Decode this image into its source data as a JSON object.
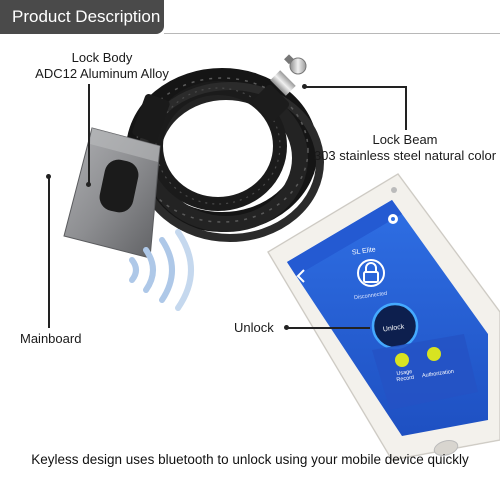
{
  "header": {
    "title": "Product Description"
  },
  "callouts": {
    "lock_body_line1": "Lock Body",
    "lock_body_line2": "ADC12 Aluminum Alloy",
    "lock_beam_line1": "Lock Beam",
    "lock_beam_line2": "303 stainless steel natural color",
    "mainboard": "Mainboard",
    "unlock": "Unlock"
  },
  "phone_app": {
    "title": "SL Elite",
    "status": "Disconnected",
    "unlock_button": "Unlock",
    "usage_record": "Usage\nRecord",
    "authorization": "Authorization"
  },
  "footer": {
    "caption": "Keyless design uses bluetooth to unlock using your mobile device quickly"
  },
  "colors": {
    "header_bg": "#4a4a4a",
    "app_blue": "#2a63d8",
    "app_yellow": "#d8e321",
    "bluetooth_wave": "#aec8e8",
    "lock_body": "#8e8f91"
  },
  "icons": {
    "signal": "bluetooth-wave-icon",
    "lock": "padlock-icon",
    "settings": "gear-icon",
    "back": "chevron-left-icon"
  }
}
